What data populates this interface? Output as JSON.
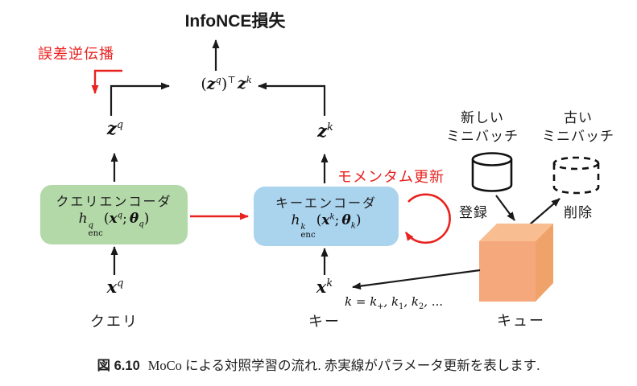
{
  "diagram": {
    "loss_label": "InfoNCE損失",
    "backprop_label": "誤差逆伝播",
    "momentum_label": "モメンタム更新",
    "score": {
      "t1": "(",
      "z1": "z",
      "s1": "q",
      "t2": ")",
      "s2": "⊤",
      "z2": "z",
      "s3": "k"
    },
    "zq": {
      "b": "z",
      "s": "q"
    },
    "zk": {
      "b": "z",
      "s": "k"
    },
    "xq": {
      "b": "x",
      "s": "q"
    },
    "xk": {
      "b": "x",
      "s": "k"
    },
    "query_encoder": {
      "title": "クエリエンコーダ",
      "f": {
        "h": "h",
        "sup": "q",
        "sub": "enc",
        "t1": "(",
        "x": "x",
        "xs": "q",
        "t2": ";",
        "th": "θ",
        "ths": "q",
        "t3": ")"
      }
    },
    "key_encoder": {
      "title": "キーエンコーダ",
      "f": {
        "h": "h",
        "sup": "k",
        "sub": "enc",
        "t1": "(",
        "x": "x",
        "xs": "k",
        "t2": ";",
        "th": "θ",
        "ths": "k",
        "t3": ")"
      }
    },
    "query_label": "クエリ",
    "key_label": "キー",
    "key_set": {
      "t1": "k = k",
      "s1": "+",
      "t2": ", k",
      "s2": "1",
      "t3": ", k",
      "s3": "2",
      "t4": ", ..."
    },
    "new_batch_line1": "新しい",
    "new_batch_line2": "ミニバッチ",
    "old_batch_line1": "古い",
    "old_batch_line2": "ミニバッチ",
    "enqueue_label": "登録",
    "dequeue_label": "削除",
    "queue_label": "キュー"
  },
  "caption": {
    "label": "図 6.10",
    "text": "MoCo による対照学習の流れ.  赤実線がパラメータ更新を表します."
  },
  "colors": {
    "red": "#e8221f",
    "black": "#1a1a1a",
    "green_box": "#b4d9a9",
    "blue_box": "#aad3ee",
    "cube_front": "#f5a87b",
    "cube_top": "#f9bd92",
    "cube_right": "#f0a26b"
  }
}
